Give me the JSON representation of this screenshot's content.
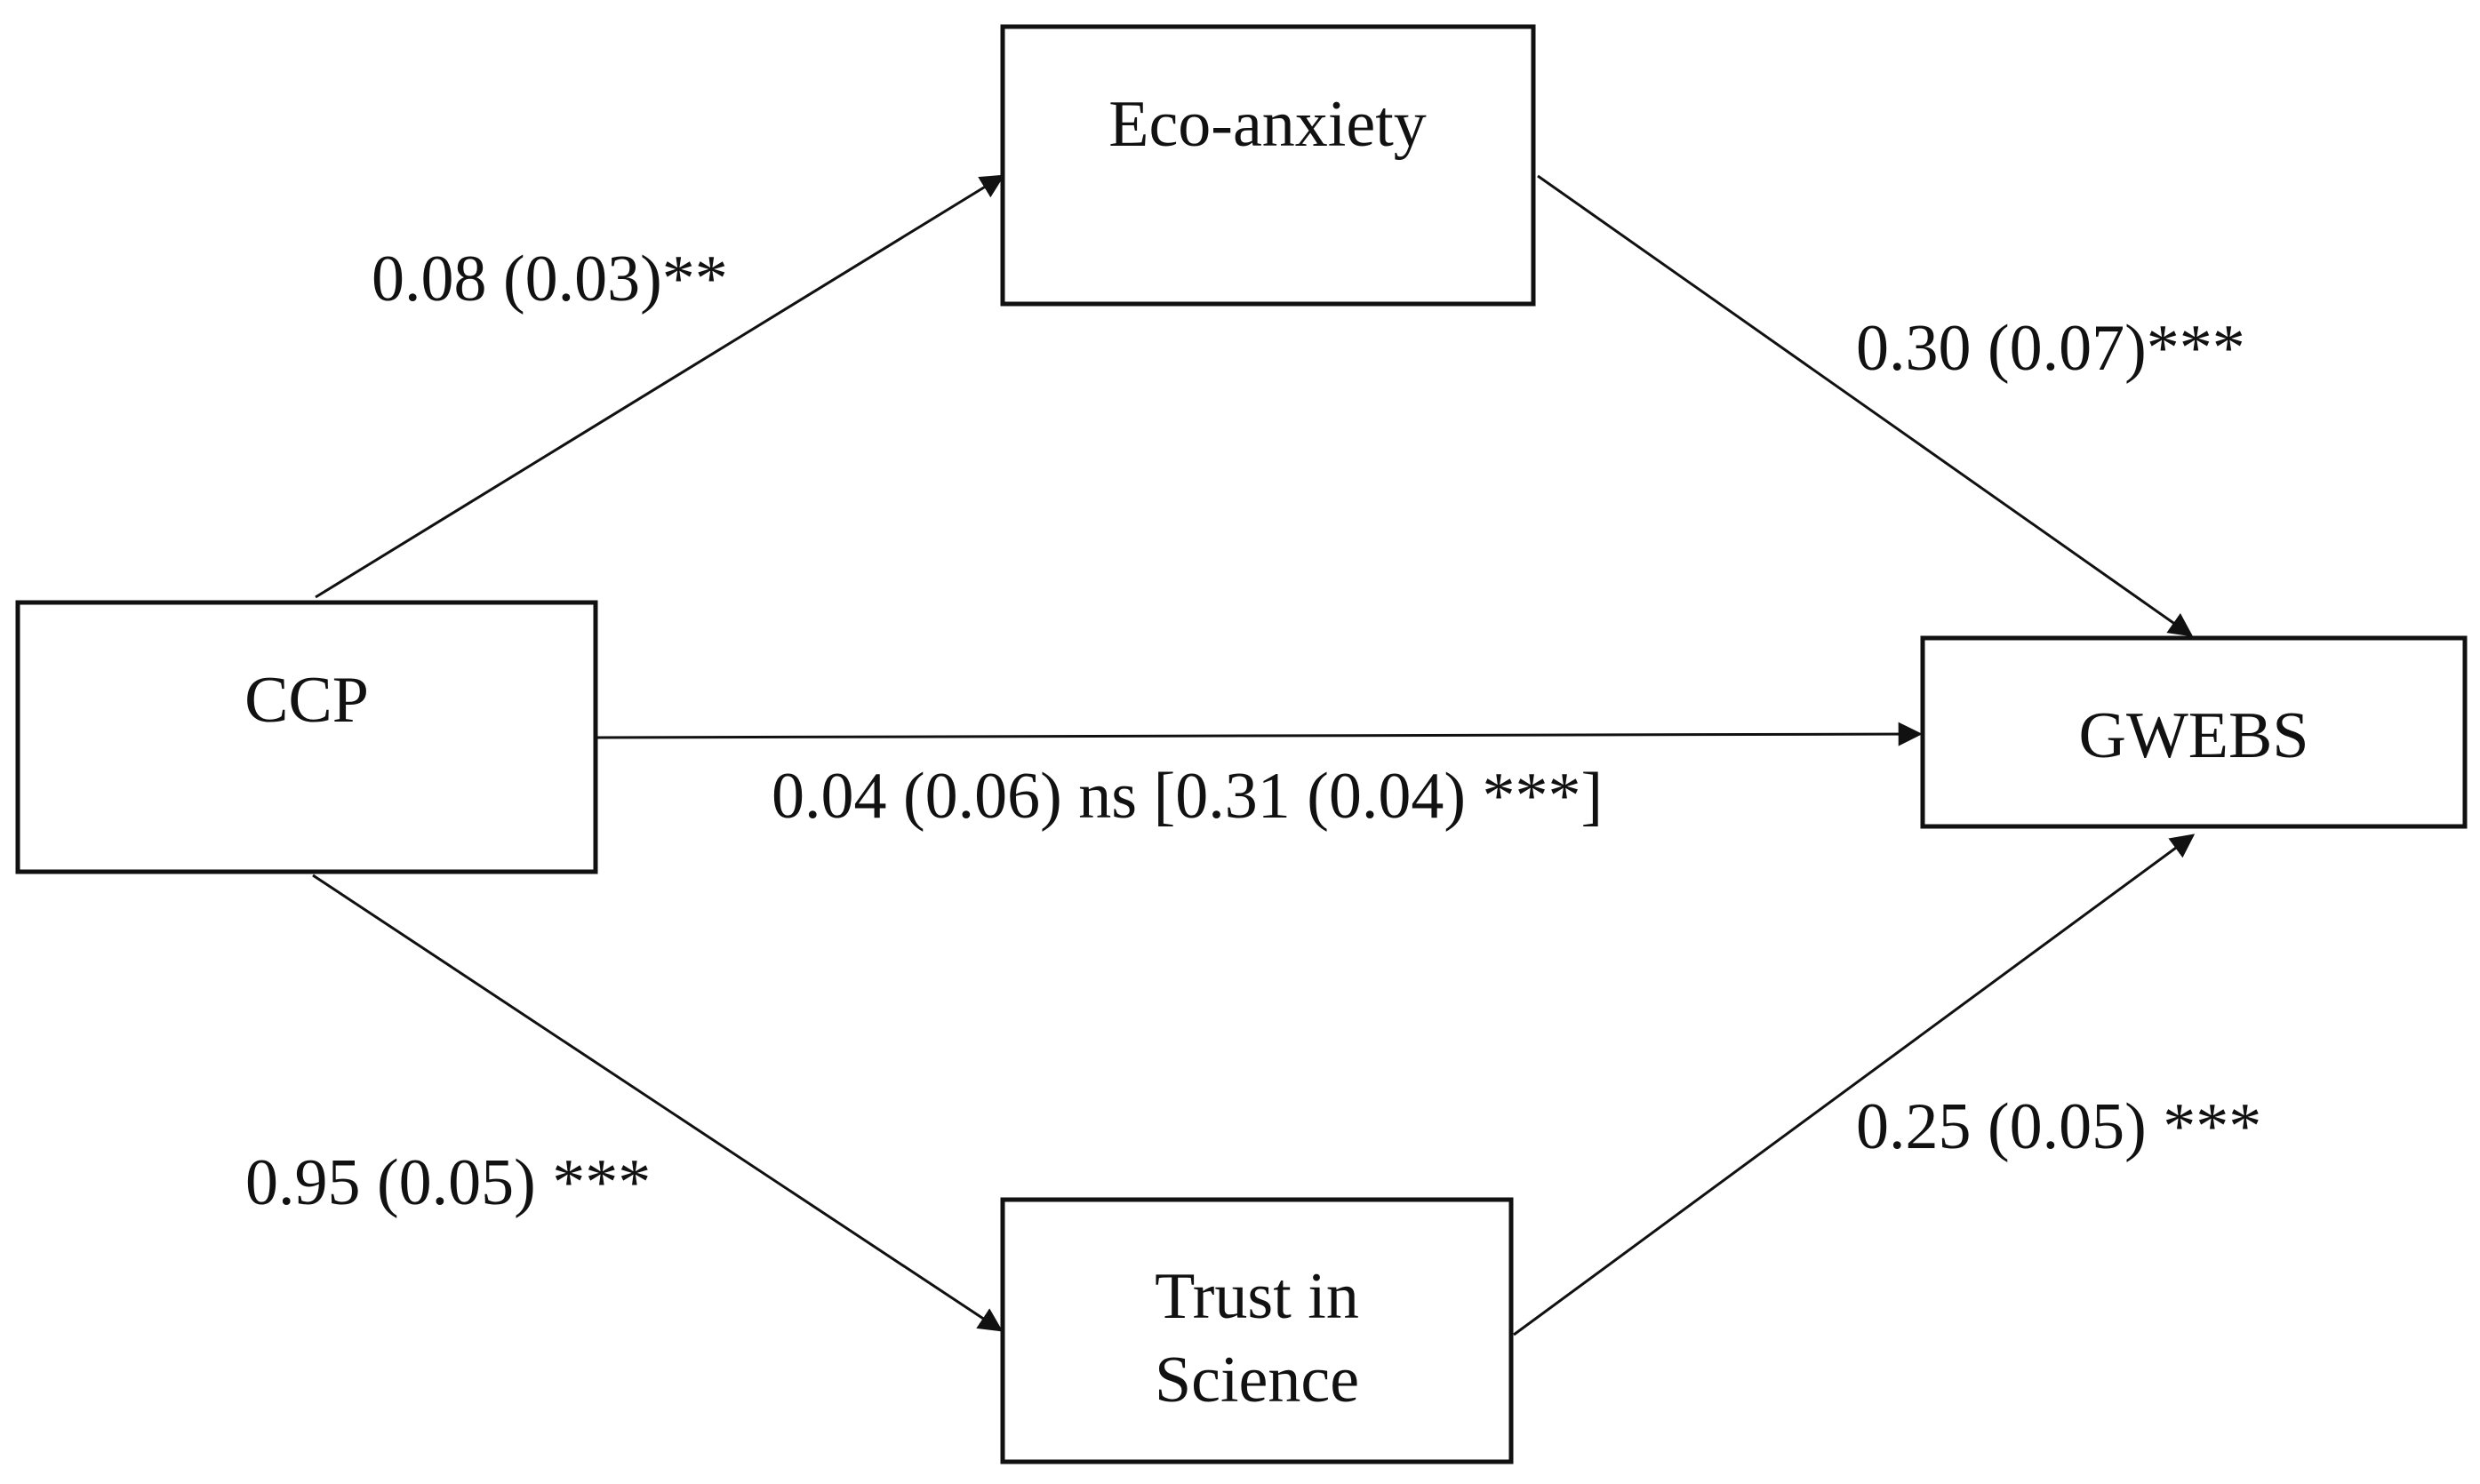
{
  "nodes": {
    "eco_anxiety": "Eco-anxiety",
    "ccp": "CCP",
    "gwebs": "GWEBS",
    "trust_line1": "Trust in",
    "trust_line2": "Science"
  },
  "edges": {
    "ccp_to_eco": "0.08 (0.03)**",
    "eco_to_gwebs": "0.30 (0.07)***",
    "ccp_to_gwebs": "0.04 (0.06) ns [0.31 (0.04) ***]",
    "ccp_to_trust": "0.95 (0.05) ***",
    "trust_to_gwebs": "0.25 (0.05) ***"
  },
  "colors": {
    "line": "#111111",
    "background": "#ffffff"
  }
}
